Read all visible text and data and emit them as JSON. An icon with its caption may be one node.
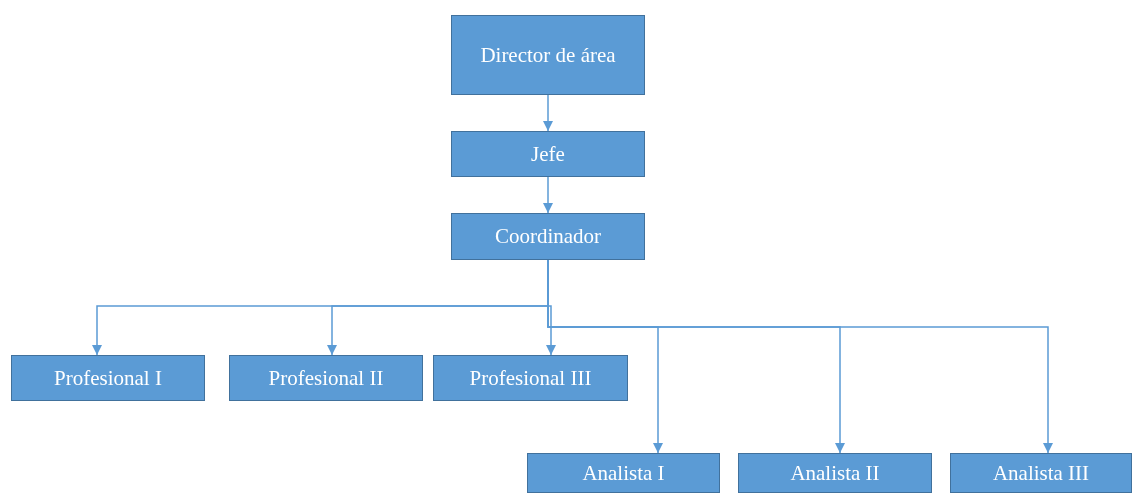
{
  "diagram": {
    "nodes": [
      {
        "text": [
          "Director de área"
        ]
      },
      {
        "text": [
          "Jefe"
        ]
      },
      {
        "text": [
          "Coordinador"
        ]
      },
      {
        "text": [
          "Profesional I"
        ]
      },
      {
        "text": [
          "Profesional II"
        ]
      },
      {
        "text": [
          "Profesional III"
        ]
      },
      {
        "text": [
          "Analista I"
        ]
      },
      {
        "text": [
          "Analista II"
        ]
      },
      {
        "text": [
          "Analista III"
        ]
      }
    ],
    "edges": [
      {
        "from": 0,
        "to": 1,
        "arrow": "to"
      },
      {
        "from": 1,
        "to": 2,
        "arrow": "to"
      },
      {
        "from": 2,
        "to": 3,
        "arrow": "to"
      },
      {
        "from": 2,
        "to": 4,
        "arrow": "to"
      },
      {
        "from": 2,
        "to": 5,
        "arrow": "to"
      },
      {
        "from": 2,
        "to": 6,
        "arrow": "to"
      },
      {
        "from": 2,
        "to": 7,
        "arrow": "to"
      },
      {
        "from": 2,
        "to": 8,
        "arrow": "to"
      }
    ]
  }
}
